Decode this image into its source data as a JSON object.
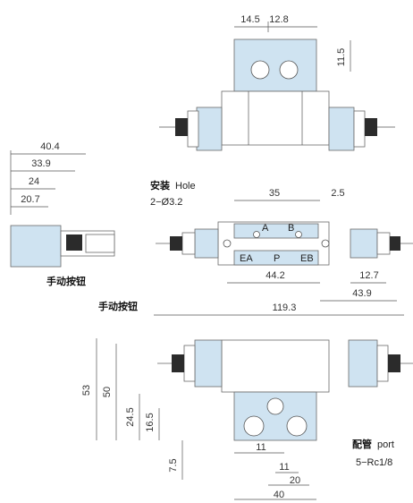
{
  "colors": {
    "component_fill": "#cfe3f1",
    "line": "#555555",
    "text": "#333333"
  },
  "top_view": {
    "dims": {
      "d1": "14.5",
      "d2": "12.8",
      "d3": "11.5"
    }
  },
  "side_view": {
    "dims": {
      "w1": "40.4",
      "w2": "33.9",
      "w3": "24",
      "w4": "20.7"
    }
  },
  "middle_view": {
    "mount_label_cn": "安装",
    "mount_label_en": "Hole",
    "mount_holes": "2−Ø3.2",
    "ports": {
      "a": "A",
      "b": "B",
      "ea": "EA",
      "p": "P",
      "eb": "EB"
    },
    "dims": {
      "d35": "35",
      "d25": "2.5",
      "d442": "44.2",
      "d127": "12.7",
      "d439": "43.9",
      "d1193": "119.3"
    },
    "manual_button_1": "手动按钮",
    "manual_button_2": "手动按钮"
  },
  "bottom_view": {
    "dims": {
      "h53": "53",
      "h50": "50",
      "h245": "24.5",
      "h165": "16.5",
      "h75": "7.5",
      "w11a": "11",
      "w11b": "11",
      "w20": "20",
      "w40": "40"
    },
    "piping_cn": "配管",
    "piping_en": "port",
    "piping_spec": "5−Rc1/8"
  }
}
